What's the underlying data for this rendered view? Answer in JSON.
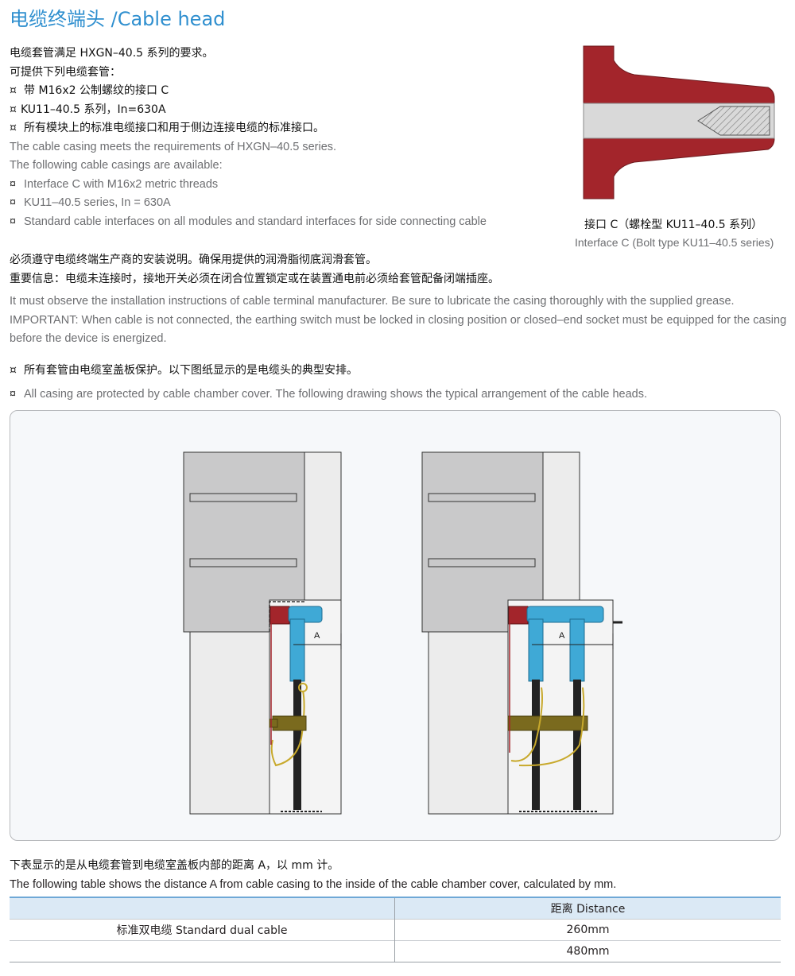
{
  "title": "电缆终端头 /Cable head",
  "intro": {
    "zh_lines": [
      "电缆套管满足 HXGN–40.5 系列的要求。",
      "可提供下列电缆套管："
    ],
    "zh_bullets": [
      "带 M16x2 公制螺纹的接口 C",
      "KU11–40.5 系列，In=630A",
      "所有模块上的标准电缆接口和用于侧边连接电缆的标准接口。"
    ],
    "en_lines": [
      "The cable casing meets the requirements of HXGN–40.5 series.",
      "The following cable casings are available:"
    ],
    "en_bullets": [
      "Interface C with M16x2 metric threads",
      "KU11–40.5 series, In = 630A",
      "Standard cable interfaces on all modules and standard interfaces for side connecting cable"
    ],
    "bullet_symbol": "¤"
  },
  "figure": {
    "caption_zh": "接口 C（螺栓型 KU11–40.5 系列）",
    "caption_en": "Interface C (Bolt type KU11–40.5 series)"
  },
  "notes_zh": [
    "必须遵守电缆终端生产商的安装说明。确保用提供的润滑脂彻底润滑套管。",
    "重要信息：电缆未连接时，接地开关必须在闭合位置锁定或在装置通电前必须给套管配备闭端插座。"
  ],
  "notes_en": "It must observe the installation instructions of cable terminal manufacturer. Be sure to lubricate the casing thoroughly with the supplied grease. IMPORTANT: When cable is not connected, the earthing switch must be locked in closing position or closed–end socket must be equipped for the casing before the device is energized.",
  "protect": {
    "zh": "所有套管由电缆室盖板保护。以下图纸显示的是电缆头的典型安排。",
    "en": "All casing are protected by cable chamber cover. The following drawing shows the typical arrangement of the cable heads."
  },
  "drawing": {
    "left_label": "A",
    "right_label": "A"
  },
  "table_intro": {
    "zh": "下表显示的是从电缆套管到电缆室盖板内部的距离 A，以 mm 计。",
    "en": "The following table shows the distance A from cable casing to the inside of the cable chamber cover, calculated by mm."
  },
  "table": {
    "header_col1": "",
    "header_col2": "距离 Distance",
    "rows": [
      {
        "label": "标准双电缆 Standard dual cable",
        "value": "260mm"
      },
      {
        "label": "",
        "value": "480mm"
      }
    ]
  },
  "colors": {
    "title_blue": "#2f8fcf",
    "insulator_red": "#a3252b",
    "cable_head_blue": "#3fa9d6",
    "clamp_olive": "#7a6a1e",
    "panel_gray": "#c9c9ca"
  }
}
